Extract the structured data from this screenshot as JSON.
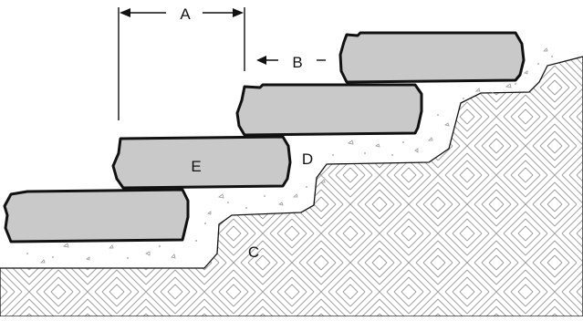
{
  "diagram": {
    "labels": {
      "a": "A",
      "b": "B",
      "c": "C",
      "d": "D",
      "e": "E"
    },
    "colors": {
      "stone_fill": "#c9c9c9",
      "stone_outline": "#111111",
      "hatch": "#9a9a9a",
      "bedding": "#ffffff",
      "line": "#111111"
    }
  }
}
